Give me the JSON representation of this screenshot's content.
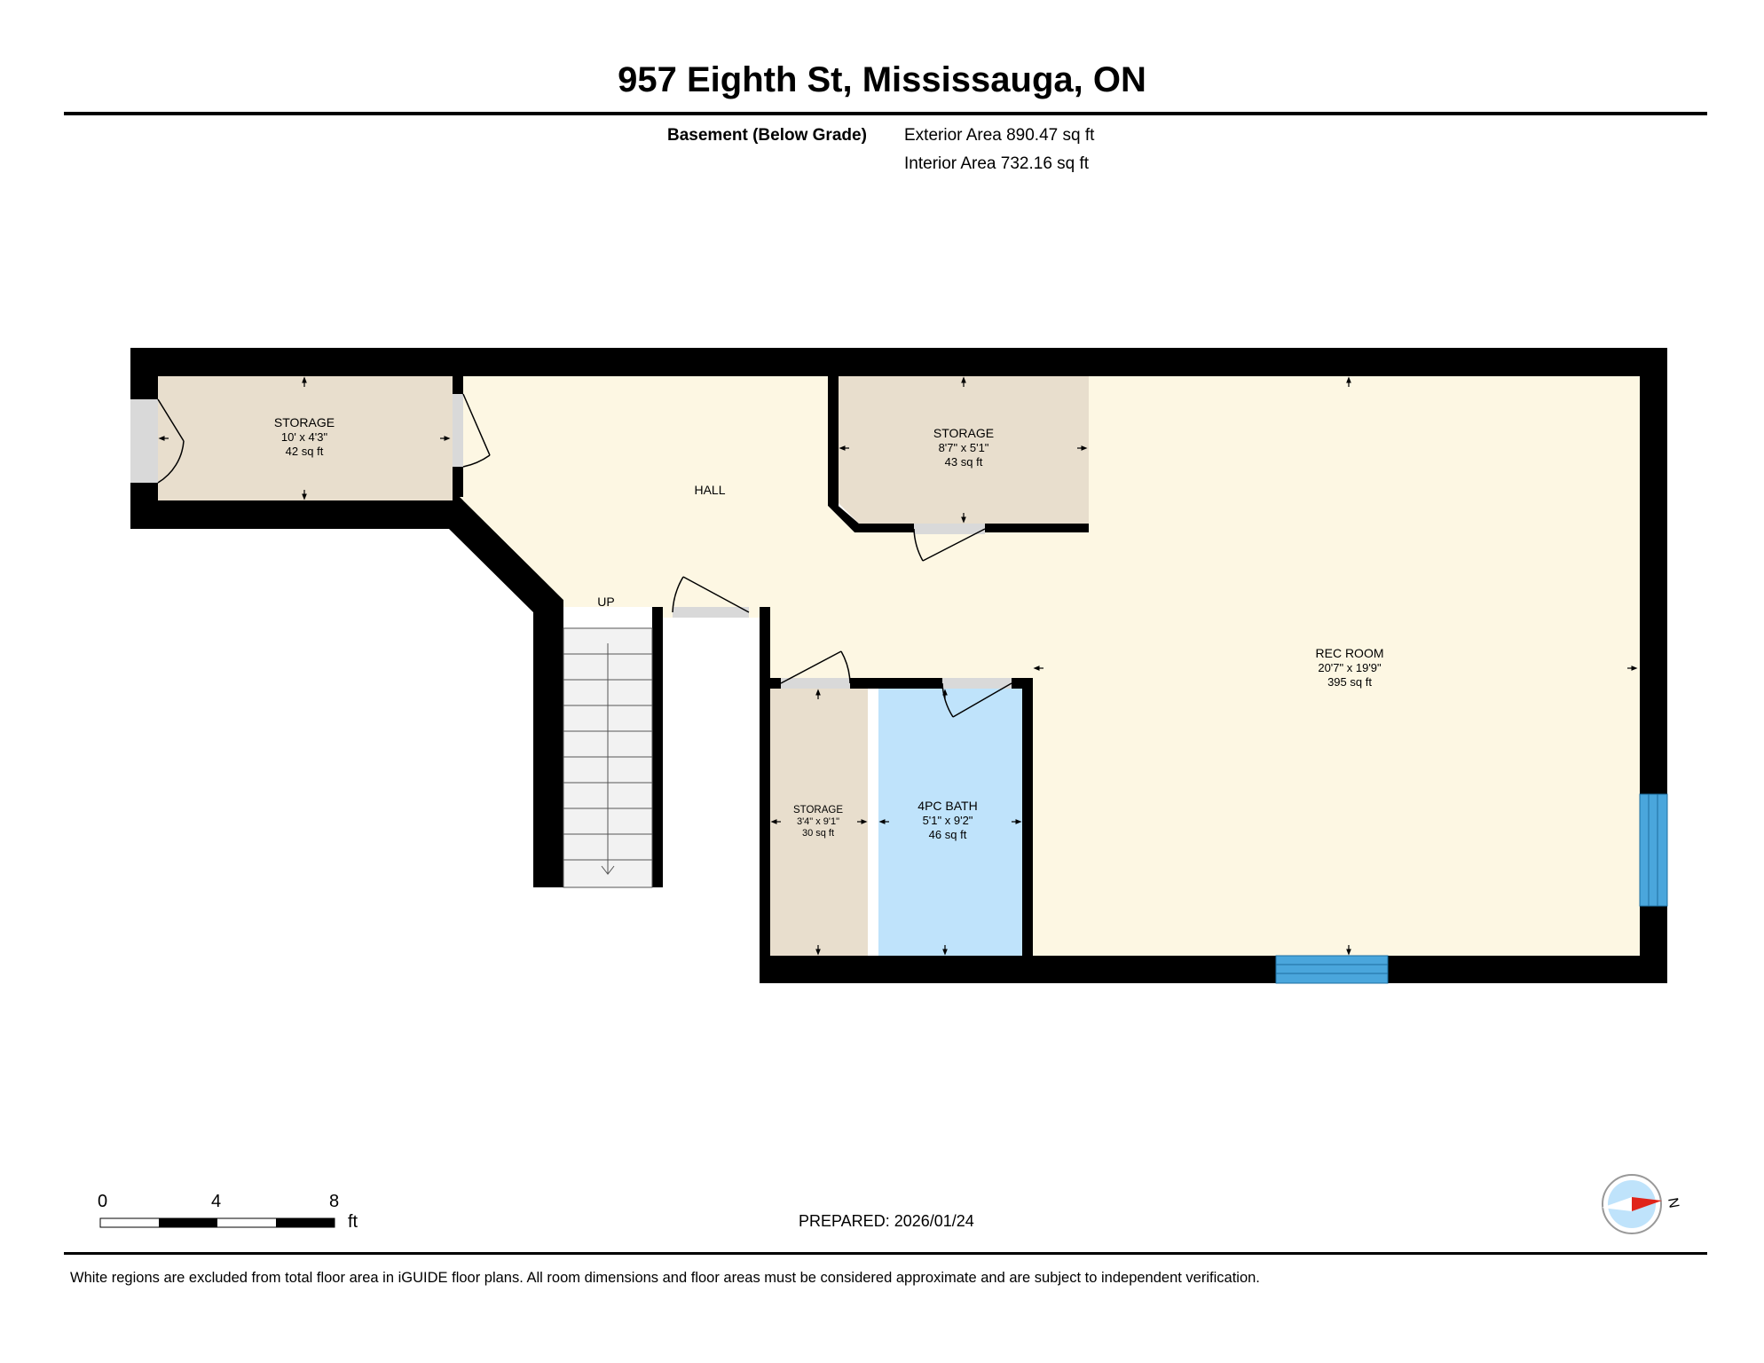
{
  "header": {
    "address": "957 Eighth St, Mississauga, ON",
    "floor_name": "Basement (Below Grade)",
    "exterior_area": "Exterior Area 890.47 sq ft",
    "interior_area": "Interior Area 732.16 sq ft"
  },
  "rooms": {
    "storage_1": {
      "name": "STORAGE",
      "dims": "10' x 4'3\"",
      "area": "42 sq ft"
    },
    "hall": {
      "name": "HALL"
    },
    "stairs": {
      "label": "UP"
    },
    "storage_2": {
      "name": "STORAGE",
      "dims": "8'7\" x 5'1\"",
      "area": "43 sq ft"
    },
    "rec_room": {
      "name": "REC ROOM",
      "dims": "20'7\" x 19'9\"",
      "area": "395 sq ft"
    },
    "storage_3": {
      "name": "STORAGE",
      "dims": "3'4\" x 9'1\"",
      "area": "30 sq ft"
    },
    "bath": {
      "name": "4PC BATH",
      "dims": "5'1\" x 9'2\"",
      "area": "46 sq ft"
    }
  },
  "colors": {
    "hall_fill": "#fdf7e3",
    "storage_fill": "#e8decd",
    "bath_fill": "#bfe3fb",
    "window_fill": "#4aa6dc",
    "wall": "#000000"
  },
  "scale": {
    "tick_0": "0",
    "tick_4": "4",
    "tick_8": "8",
    "unit": "ft"
  },
  "compass": {
    "label": "N"
  },
  "footer": {
    "prepared": "PREPARED: 2026/01/24",
    "disclaimer": "White regions are excluded from total floor area in iGUIDE floor plans. All room dimensions and floor areas must be considered approximate and are subject to independent verification."
  }
}
